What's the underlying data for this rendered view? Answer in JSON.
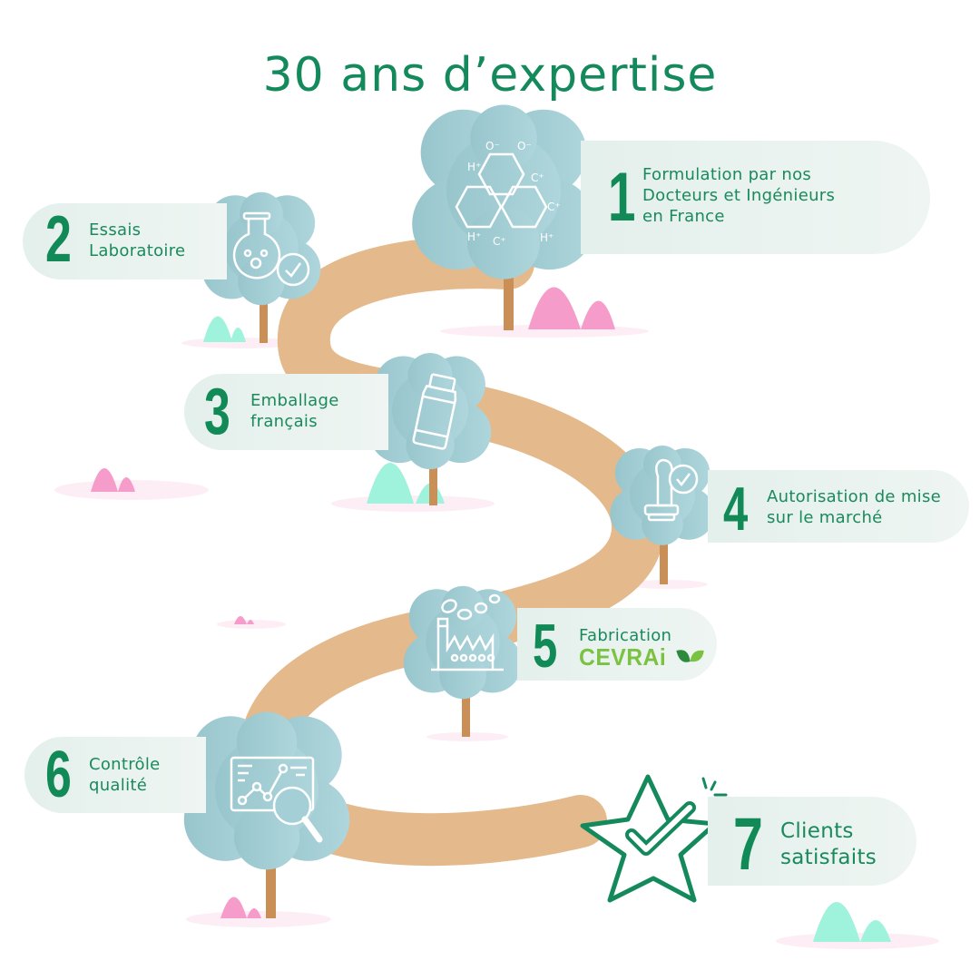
{
  "title": "30 ans d’expertise",
  "colors": {
    "title_green": "#148a5c",
    "number_green": "#128a57",
    "label_green": "#1a8a5c",
    "pill_bg": "#e8f2ee",
    "road": "#e4b98b",
    "tree_canopy": "#a5cfd6",
    "tree_trunk": "#c98f57",
    "mound_pink": "#f59ccb",
    "mound_mint": "#9ff2dc",
    "star_green": "#148a5c",
    "cevrai_green": "#7cc242"
  },
  "steps": [
    {
      "number": "1",
      "lines": [
        "Formulation par nos",
        "Docteurs et Ingénieurs",
        "en France"
      ],
      "icon": "molecule-icon"
    },
    {
      "number": "2",
      "lines": [
        "Essais",
        "Laboratoire"
      ],
      "icon": "flask-check-icon"
    },
    {
      "number": "3",
      "lines": [
        "Emballage",
        "français"
      ],
      "icon": "bottle-icon"
    },
    {
      "number": "4",
      "lines": [
        "Autorisation de mise",
        "sur le marché"
      ],
      "icon": "stamp-check-icon"
    },
    {
      "number": "5",
      "lines": [
        "Fabrication"
      ],
      "brand": "CEVRAi",
      "icon": "factory-leaves-icon"
    },
    {
      "number": "6",
      "lines": [
        "Contrôle",
        "qualité"
      ],
      "icon": "chart-magnifier-icon"
    },
    {
      "number": "7",
      "lines": [
        "Clients",
        "satisfaits"
      ],
      "icon": "star-check-icon"
    }
  ]
}
